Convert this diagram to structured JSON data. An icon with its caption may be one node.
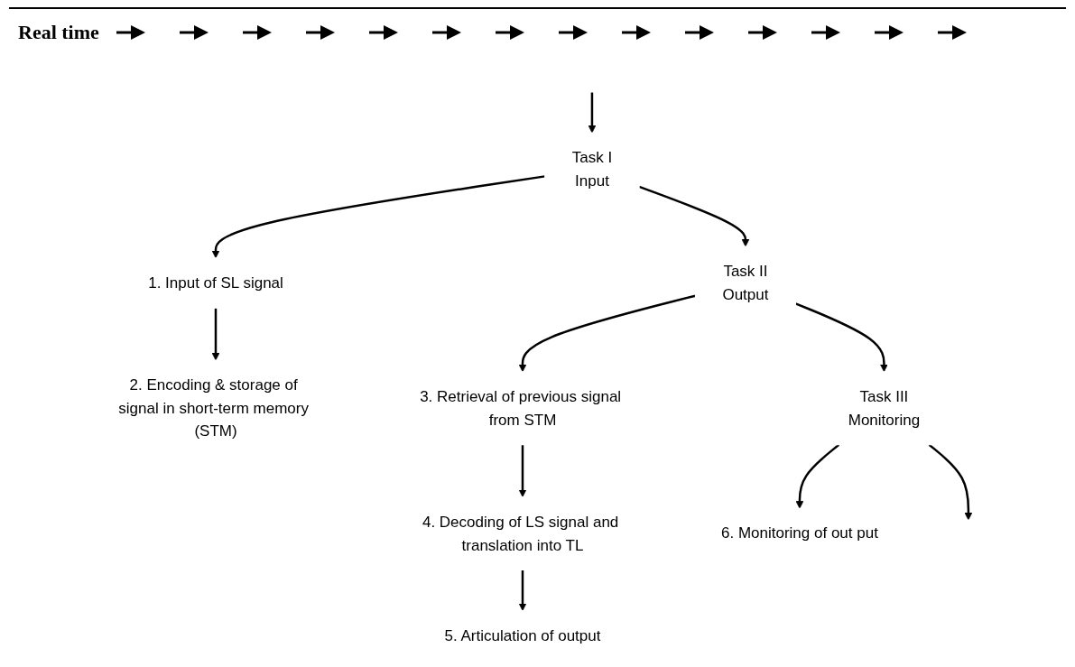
{
  "diagram": {
    "nodes": [
      {
        "text": [
          "Task I",
          "Input"
        ]
      },
      {
        "text": [
          "1. Input of SL signal"
        ]
      },
      {
        "text": [
          "2. Encoding & storage of signal in short-term memory (STM)"
        ]
      },
      {
        "text": [
          "Task II",
          "Output"
        ]
      },
      {
        "text": [
          "3. Retrieval of previous signal from STM"
        ]
      },
      {
        "text": [
          "4. Decoding of LS signal and translation into TL"
        ]
      },
      {
        "text": [
          "5. Articulation of output"
        ]
      },
      {
        "text": [
          "Task III",
          "Monitoring"
        ]
      },
      {
        "text": [
          "6. Monitoring of out put"
        ]
      }
    ],
    "edges": [
      {
        "from": null,
        "to": 0,
        "arrow": "to"
      },
      {
        "from": 0,
        "to": 3,
        "arrow": "to"
      },
      {
        "from": 3,
        "to": 7,
        "arrow": "to"
      },
      {
        "from": 7,
        "to": null,
        "arrow": "to"
      },
      {
        "from": 0,
        "to": 1,
        "arrow": "to"
      },
      {
        "from": 1,
        "to": 2,
        "arrow": "to"
      },
      {
        "from": 3,
        "to": 4,
        "arrow": "to"
      },
      {
        "from": 4,
        "to": 5,
        "arrow": "to"
      },
      {
        "from": 5,
        "to": 6,
        "arrow": "to"
      },
      {
        "from": 7,
        "to": 8,
        "arrow": "to"
      }
    ],
    "labels": [
      "Real time"
    ]
  }
}
